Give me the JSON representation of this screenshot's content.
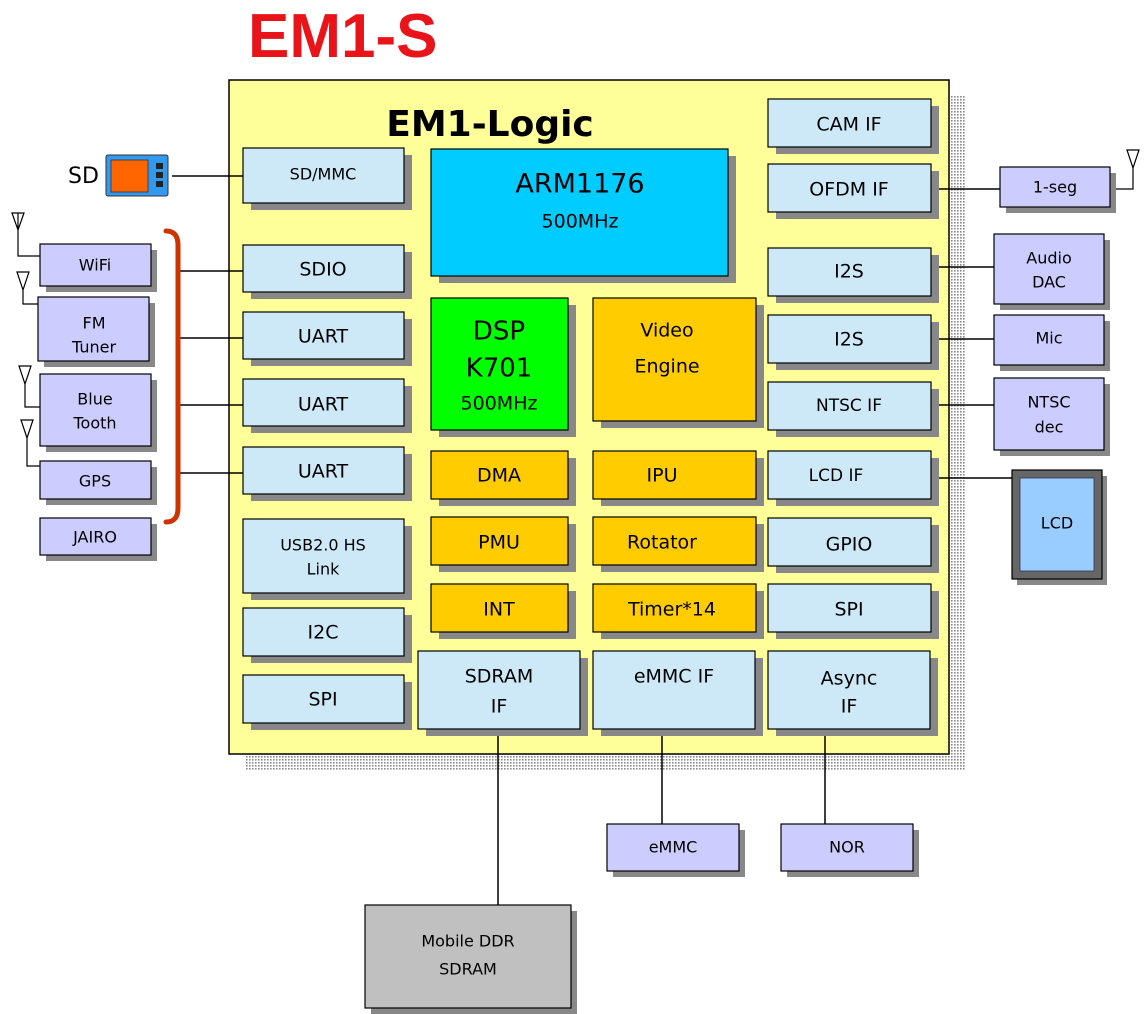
{
  "title": "EM1-S",
  "chip": {
    "title": "EM1-Logic"
  },
  "colors": {
    "chip_bg": "#ffff99",
    "interface": "#cde9f8",
    "cpu": "#00ccff",
    "dsp": "#00ff00",
    "engine": "#ffcc00",
    "peripheral": "#ccccff",
    "memory": "#c0c0c0",
    "bracket": "#cc3300",
    "title": "#e8141a"
  },
  "cpu": {
    "name": "ARM1176",
    "freq": "500MHz"
  },
  "dsp": {
    "line1": "DSP",
    "line2": "K701",
    "freq": "500MHz"
  },
  "video_engine": {
    "line1": "Video",
    "line2": "Engine"
  },
  "engines": {
    "dma": "DMA",
    "ipu": "IPU",
    "pmu": "PMU",
    "rotator": "Rotator",
    "int": "INT",
    "timer": "Timer*14"
  },
  "left_if": {
    "sdmmc": "SD/MMC",
    "sdio": "SDIO",
    "uart1": "UART",
    "uart2": "UART",
    "uart3": "UART",
    "usb_l1": "USB2.0 HS",
    "usb_l2": "Link",
    "i2c": "I2C",
    "spi": "SPI"
  },
  "right_if": {
    "cam": "CAM IF",
    "ofdm": "OFDM IF",
    "i2s1": "I2S",
    "i2s2": "I2S",
    "ntsc": "NTSC IF",
    "lcd": "LCD IF",
    "gpio": "GPIO",
    "spi": "SPI"
  },
  "bottom_if": {
    "sdram_l1": "SDRAM",
    "sdram_l2": "IF",
    "emmc": "eMMC IF",
    "async_l1": "Async",
    "async_l2": "IF"
  },
  "sd_card": {
    "label": "SD"
  },
  "left_devices": {
    "wifi": "WiFi",
    "fm_l1": "FM",
    "fm_l2": "Tuner",
    "bt_l1": "Blue",
    "bt_l2": "Tooth",
    "gps": "GPS",
    "jairo": "JAIRO"
  },
  "right_devices": {
    "oneseg": "1-seg",
    "audio_l1": "Audio",
    "audio_l2": "DAC",
    "mic": "Mic",
    "ntsc_l1": "NTSC",
    "ntsc_l2": "dec",
    "lcd": "LCD"
  },
  "memories": {
    "ddr_l1": "Mobile DDR",
    "ddr_l2": "SDRAM",
    "emmc": "eMMC",
    "nor": "NOR"
  }
}
